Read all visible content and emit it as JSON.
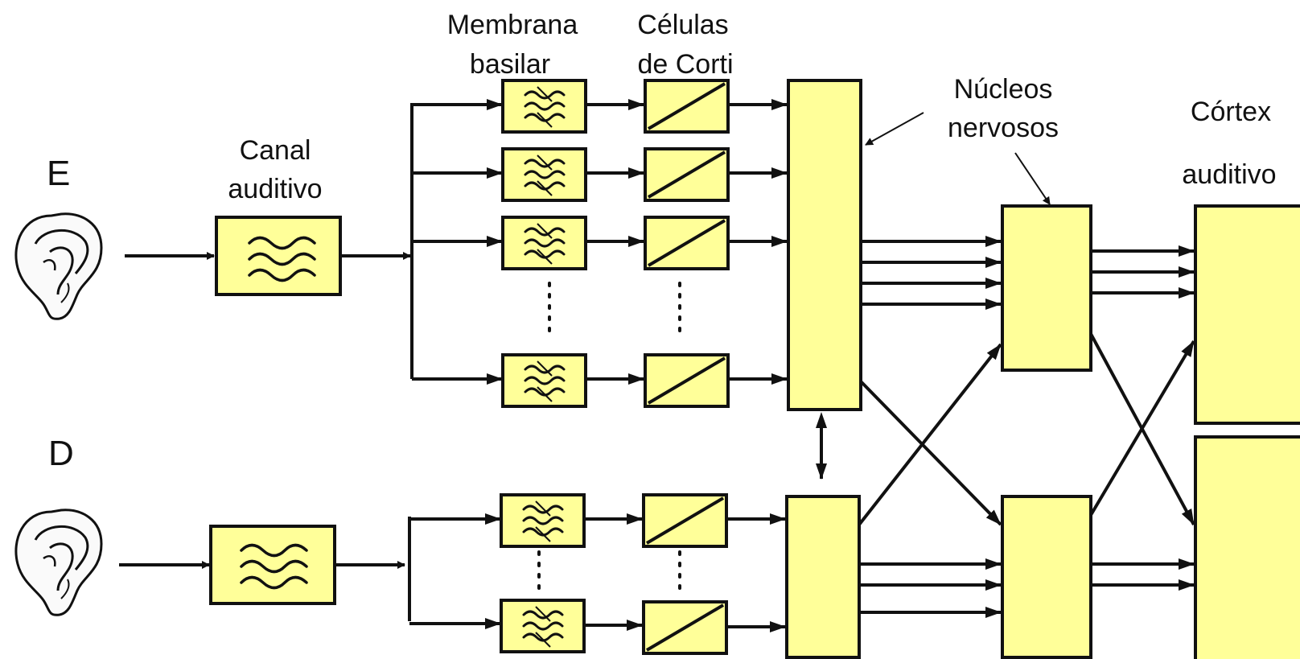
{
  "labels": {
    "left_ear": "E",
    "right_ear": "D",
    "ear_canal": [
      "Canal",
      "auditivo"
    ],
    "basilar_membrane": [
      "Membrana",
      "basilar"
    ],
    "corti_cells": [
      "Células",
      "de Corti"
    ],
    "nerve_nuclei": [
      "Núcleos",
      "nervosos"
    ],
    "auditory_cortex": [
      "Córtex",
      "auditivo"
    ]
  },
  "icons": {
    "ear": "ear-icon",
    "bandpass_filter": "wave-filter-icon",
    "transducer": "diagonal-line-icon"
  },
  "colors": {
    "block_fill": "#ffff99",
    "stroke": "#111111"
  }
}
